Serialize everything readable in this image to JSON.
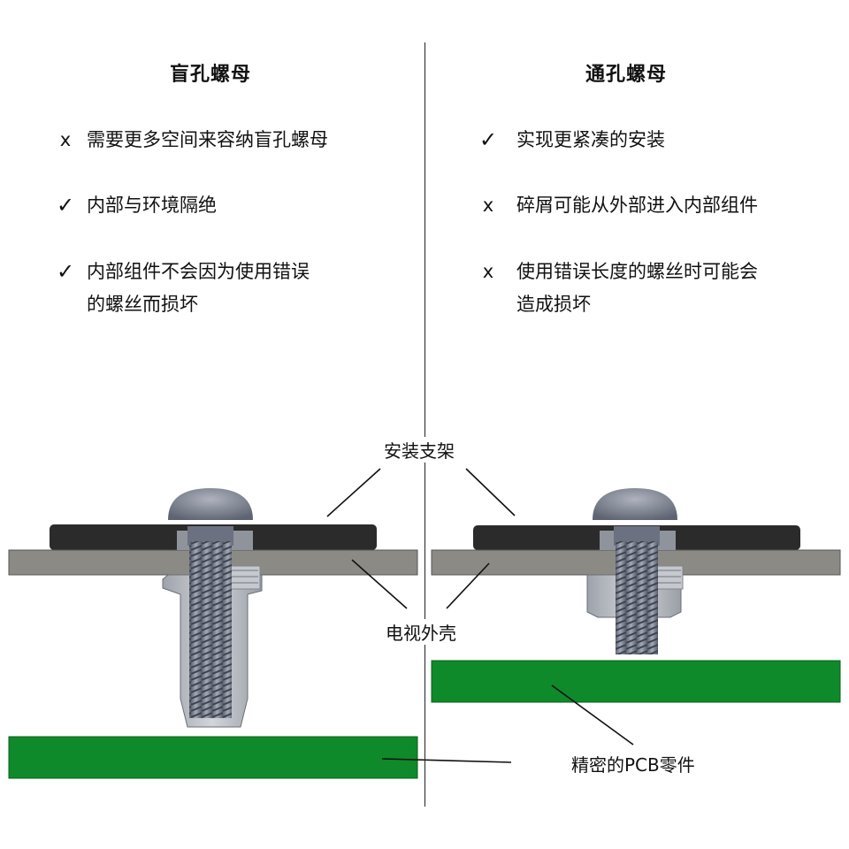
{
  "left": {
    "title": "盲孔螺母",
    "items": [
      {
        "mark": "x",
        "lines": [
          "需要更多空间来容纳盲孔螺母"
        ]
      },
      {
        "mark": "✓",
        "lines": [
          "内部与环境隔绝"
        ]
      },
      {
        "mark": "✓",
        "lines": [
          "内部组件不会因为使用错误",
          "的螺丝而损坏"
        ]
      }
    ]
  },
  "right": {
    "title": "通孔螺母",
    "items": [
      {
        "mark": "✓",
        "lines": [
          "实现更紧凑的安装"
        ]
      },
      {
        "mark": "x",
        "lines": [
          "碎屑可能从外部进入内部组件"
        ]
      },
      {
        "mark": "x",
        "lines": [
          "使用错误长度的螺丝时可能会",
          "造成损坏"
        ]
      }
    ]
  },
  "labels": {
    "bracket": "安装支架",
    "housing": "电视外壳",
    "pcb": "精密的PCB零件"
  },
  "colors": {
    "bracket": "#2b2b2b",
    "housing": "#8c8a85",
    "pcb": "#0e8a2a",
    "screw": "#7d8493",
    "nut": "#b9bcc3"
  }
}
